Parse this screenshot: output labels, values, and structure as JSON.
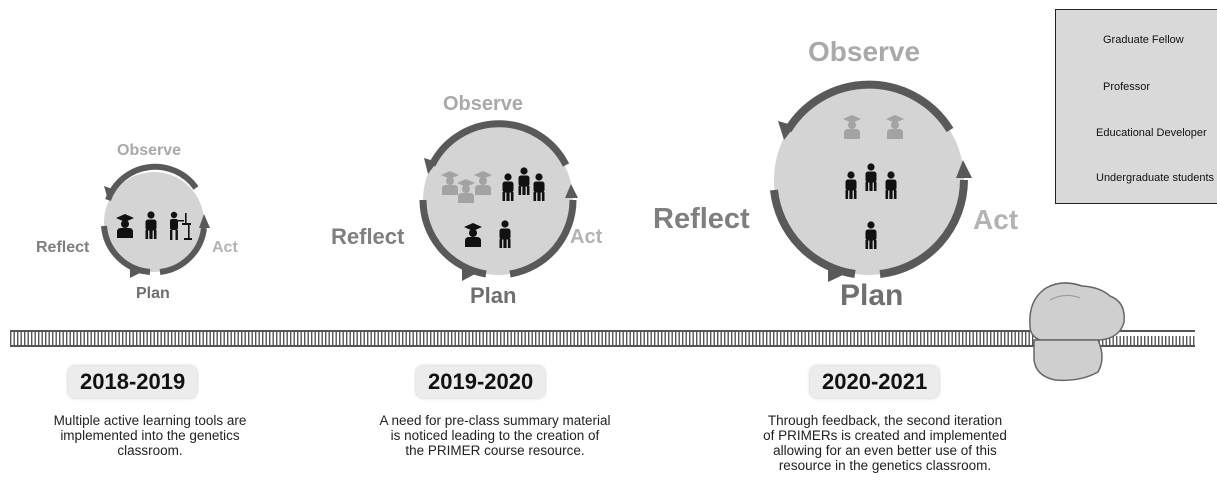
{
  "cycle_labels": {
    "observe": "Observe",
    "reflect": "Reflect",
    "act": "Act",
    "plan": "Plan"
  },
  "stages": [
    {
      "year": "2018-2019",
      "description": [
        "Multiple active learning tools are",
        "implemented into the genetics",
        "classroom."
      ]
    },
    {
      "year": "2019-2020",
      "description": [
        "A need for pre-class summary material",
        "is noticed leading to the creation of",
        "the PRIMER course resource."
      ]
    },
    {
      "year": "2020-2021",
      "description": [
        "Through feedback, the second iteration",
        "of PRIMERs is created and implemented",
        "allowing for an even better use of this",
        "resource in the genetics classroom."
      ]
    }
  ],
  "legend": {
    "items": [
      {
        "label": "Graduate Fellow",
        "icon": "graduate-fellow-icon"
      },
      {
        "label": "Professor",
        "icon": "professor-icon"
      },
      {
        "label": "Educational Developer",
        "icon": "educational-developer-icon"
      },
      {
        "label": "Undergraduate students",
        "icon": "undergraduate-student-icon"
      }
    ]
  },
  "colors": {
    "circle_fill": "#d4d4d4",
    "arrow": "#595959",
    "observe_label": "#a9a9a9",
    "reflect_label": "#7f7f7f",
    "act_label": "#b3b3b3",
    "plan_label": "#6f6f6f",
    "person_dark": "#111111",
    "person_light": "#a3a3a3"
  }
}
